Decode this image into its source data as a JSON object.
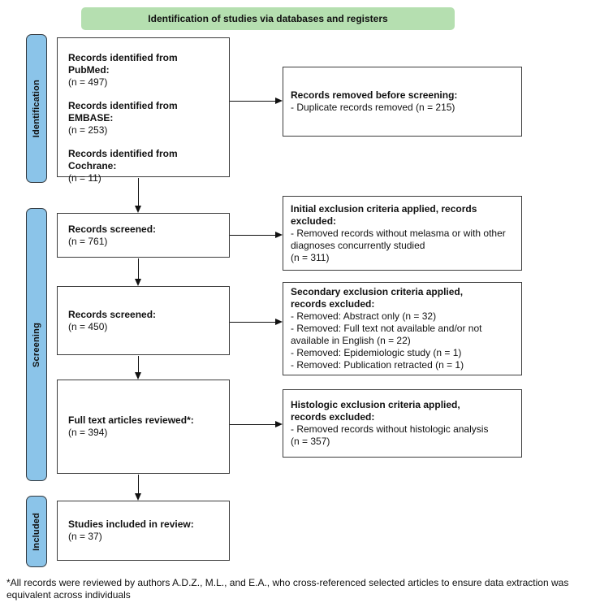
{
  "header": {
    "label": "Identification of studies via databases and registers"
  },
  "colors": {
    "header_bg": "#b5dfb0",
    "stage_bg": "#8bc4e9",
    "border": "#3c3c3c"
  },
  "stages": [
    {
      "label": "Identification"
    },
    {
      "label": "Screening"
    },
    {
      "label": "Included"
    }
  ],
  "left_boxes": [
    {
      "groups": [
        {
          "title": "Records identified from PubMed:",
          "n": "(n = 497)"
        },
        {
          "title": "Records identified from EMBASE:",
          "n": "(n = 253)"
        },
        {
          "title": "Records identified from Cochrane:",
          "n": "(n = 11)"
        }
      ]
    },
    {
      "title": "Records screened:",
      "n": "(n = 761)"
    },
    {
      "title": "Records screened:",
      "n": "(n = 450)"
    },
    {
      "title": "Full text articles reviewed*:",
      "n": "(n = 394)"
    },
    {
      "title": "Studies included in review:",
      "n": "(n = 37)"
    }
  ],
  "right_boxes": [
    {
      "title": "Records removed before screening:",
      "items": [
        "- Duplicate records removed (n = 215)"
      ]
    },
    {
      "title": "Initial exclusion criteria applied, records\nexcluded:",
      "items": [
        "- Removed records without melasma or with other diagnoses concurrently studied\n(n = 311)"
      ]
    },
    {
      "title": "Secondary exclusion criteria applied,\nrecords excluded:",
      "items": [
        "- Removed: Abstract only (n = 32)",
        "- Removed: Full text not available and/or not available in English (n = 22)",
        "- Removed: Epidemiologic study (n = 1)",
        "- Removed: Publication retracted (n = 1)"
      ]
    },
    {
      "title": "Histologic exclusion criteria applied,\nrecords excluded:",
      "items": [
        "- Removed records without histologic analysis\n(n = 357)"
      ]
    }
  ],
  "footnote": "*All records were reviewed by authors A.D.Z., M.L., and E.A., who cross-referenced selected articles to ensure data extraction was equivalent across individuals"
}
